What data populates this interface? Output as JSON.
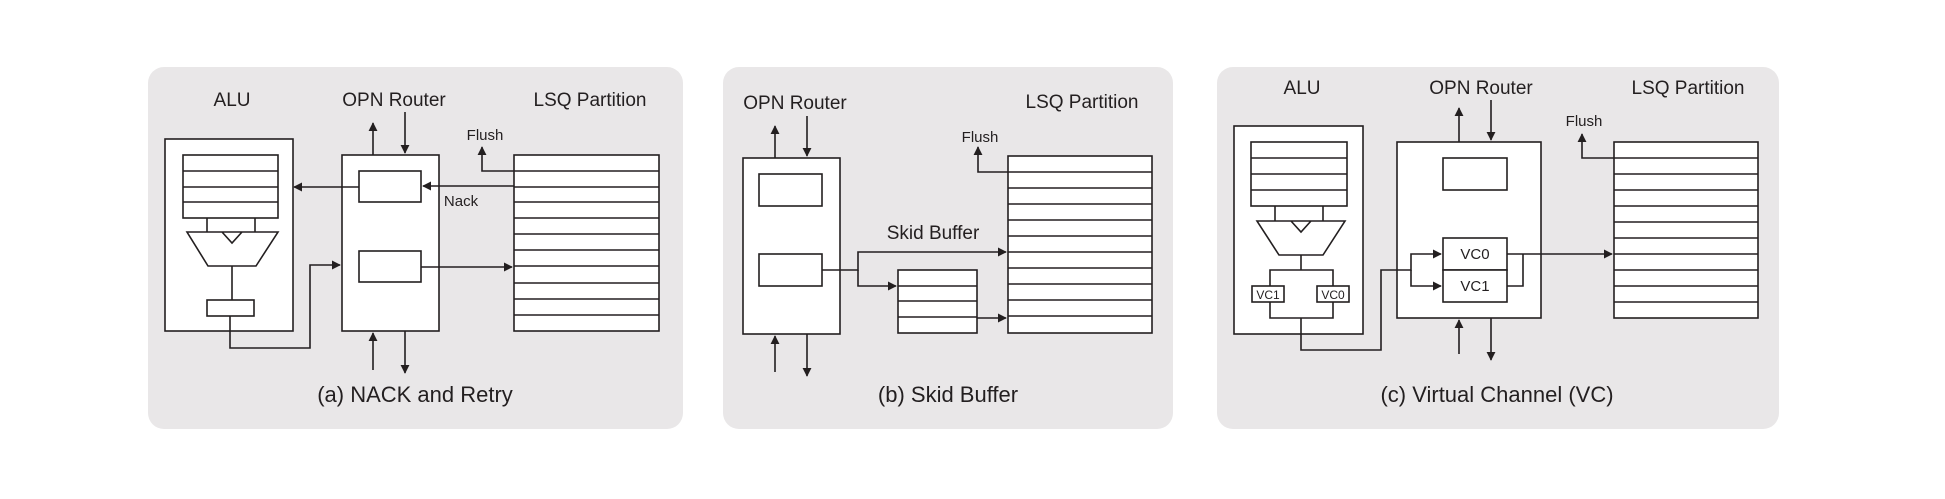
{
  "panels": [
    {
      "caption": "(a) NACK and Retry",
      "alu_label": "ALU",
      "router_label": "OPN Router",
      "lsq_label": "LSQ Partition",
      "flush_label": "Flush",
      "nack_label": "Nack"
    },
    {
      "caption": "(b) Skid Buffer",
      "router_label": "OPN Router",
      "lsq_label": "LSQ Partition",
      "flush_label": "Flush",
      "skid_label": "Skid Buffer"
    },
    {
      "caption": "(c) Virtual Channel (VC)",
      "alu_label": "ALU",
      "router_label": "OPN Router",
      "lsq_label": "LSQ Partition",
      "flush_label": "Flush",
      "vc0_label": "VC0",
      "vc1_label": "VC1"
    }
  ],
  "colors": {
    "panel_bg": "#e9e7e8",
    "ink": "#231f20"
  }
}
